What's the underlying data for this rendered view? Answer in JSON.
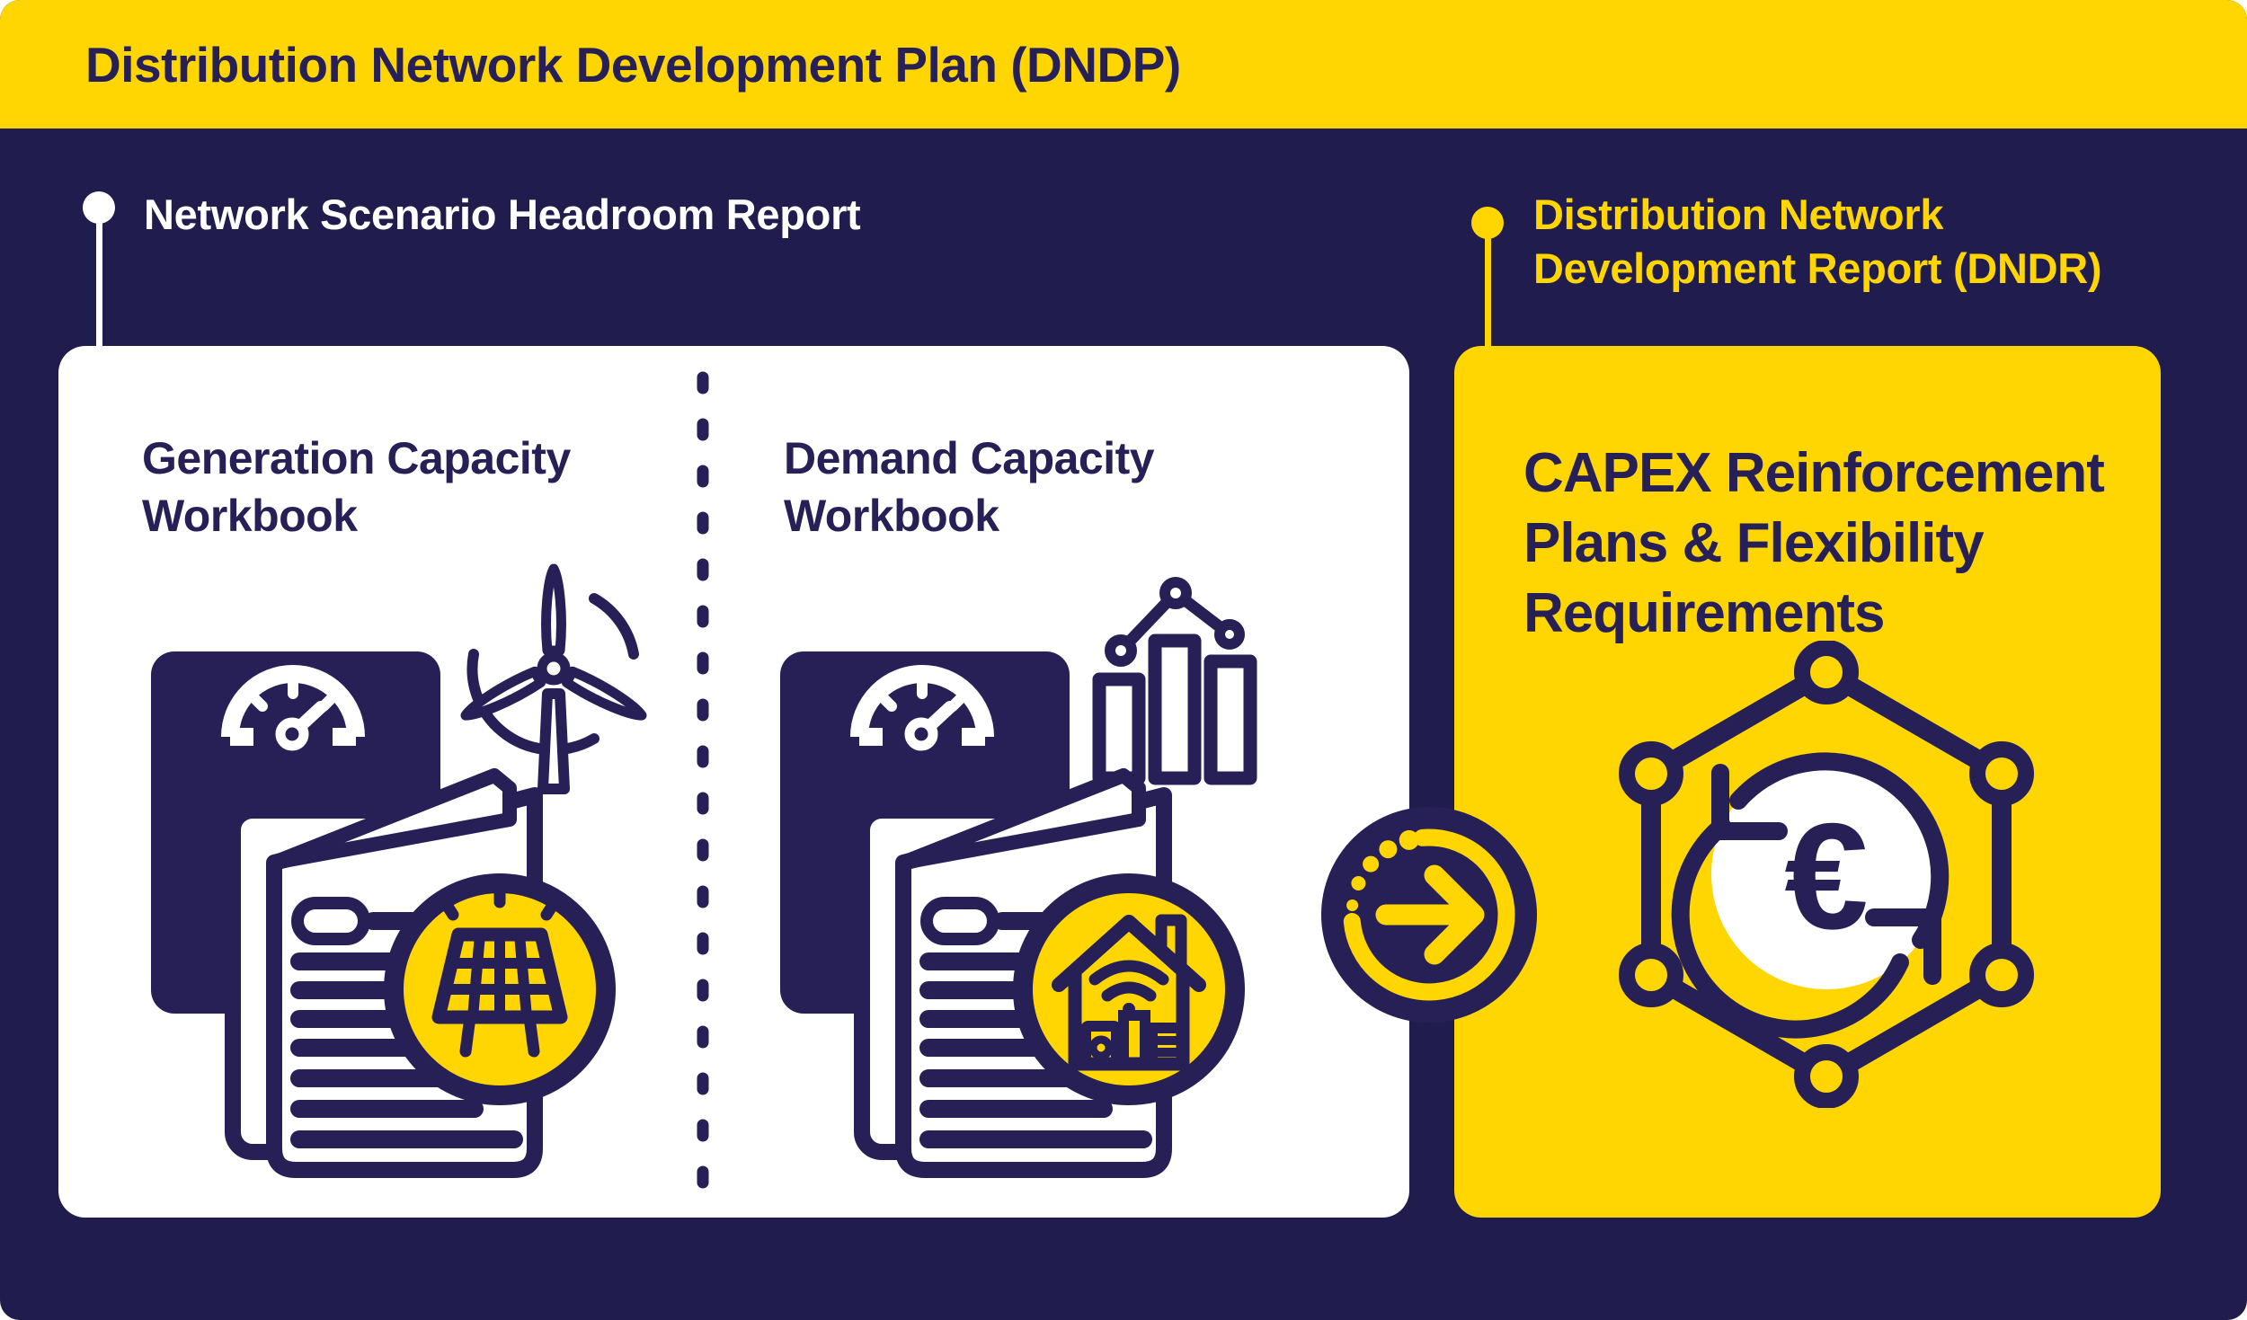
{
  "colors": {
    "background_navy": "#211C4E",
    "ink_navy": "#262057",
    "brand_yellow": "#FFD502",
    "white": "#FFFFFF"
  },
  "header": {
    "title": "Distribution Network Development Plan (DNDP)"
  },
  "sections": {
    "left": {
      "label": "Network Scenario Headroom Report",
      "cards": [
        {
          "title": "Generation Capacity Workbook",
          "icons": [
            "gauge-icon",
            "report-document-icon",
            "solar-panel-icon",
            "wind-turbine-icon"
          ]
        },
        {
          "title": "Demand Capacity Workbook",
          "icons": [
            "gauge-icon",
            "report-document-icon",
            "smart-home-icon",
            "trend-bar-chart-icon"
          ]
        }
      ]
    },
    "right": {
      "label": "Distribution Network Development Report (DNDR)",
      "card": {
        "title": "CAPEX Reinforcement Plans & Flexibility Requirements",
        "icons": [
          "network-hexagon-icon",
          "euro-cycle-icon"
        ]
      }
    },
    "connector": {
      "icon": "arrow-right-circle-icon"
    }
  }
}
